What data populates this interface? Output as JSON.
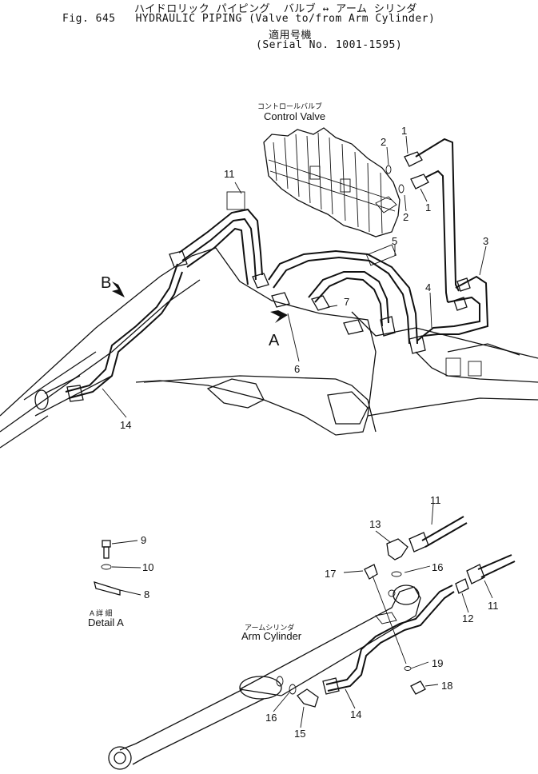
{
  "header": {
    "jp_title": "ハイドロリック パイピング  バルブ ↔ アーム シリンダ",
    "fig_line": "Fig. 645   HYDRAULIC PIPING (Valve to/from Arm Cylinder)",
    "jp_serial": "適用号機",
    "serial": "(Serial No. 1001-1595)"
  },
  "callouts": {
    "control_valve_jp": "コントロールバルブ",
    "control_valve": "Control Valve",
    "arm_cylinder_jp": "アームシリンダ",
    "arm_cylinder": "Arm Cylinder",
    "detail_a_jp": "A 詳 細",
    "detail_a": "Detail A",
    "view_a": "A",
    "view_b": "B"
  },
  "part_numbers": {
    "p1a": "1",
    "p1b": "1",
    "p2a": "2",
    "p2b": "2",
    "p3": "3",
    "p4": "4",
    "p5": "5",
    "p6": "6",
    "p7": "7",
    "p8": "8",
    "p9": "9",
    "p10": "10",
    "p11a": "11",
    "p11b": "11",
    "p11c": "11",
    "p12": "12",
    "p13": "13",
    "p14a": "14",
    "p14b": "14",
    "p15": "15",
    "p16a": "16",
    "p16b": "16",
    "p17": "17",
    "p18": "18",
    "p19": "19"
  }
}
